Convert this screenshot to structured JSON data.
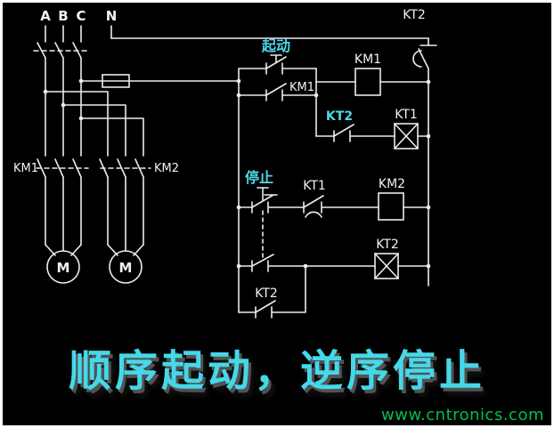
{
  "colors": {
    "background": "#000000",
    "wire": "#ececec",
    "label": "#f2f2f2",
    "accent_cyan": "#4cd9ea",
    "caption_cyan": "#45d8e9",
    "watermark_green": "#00bf4f"
  },
  "power": {
    "phases": [
      "A",
      "B",
      "C",
      "N"
    ],
    "km1_label": "KM1",
    "km2_label": "KM2",
    "motor1": "M",
    "motor2": "M"
  },
  "control": {
    "kt2_top": "KT2",
    "start": "起动",
    "km1_coil": "KM1",
    "km1_aux": "KM1",
    "kt2_contact": "KT2",
    "kt1_coil": "KT1",
    "stop": "停止",
    "kt1_contact": "KT1",
    "km2_coil": "KM2",
    "kt2_coil": "KT2",
    "kt2_hold": "KT2"
  },
  "caption": "顺序起动，逆序停止",
  "watermark": "www.cntronics.com"
}
